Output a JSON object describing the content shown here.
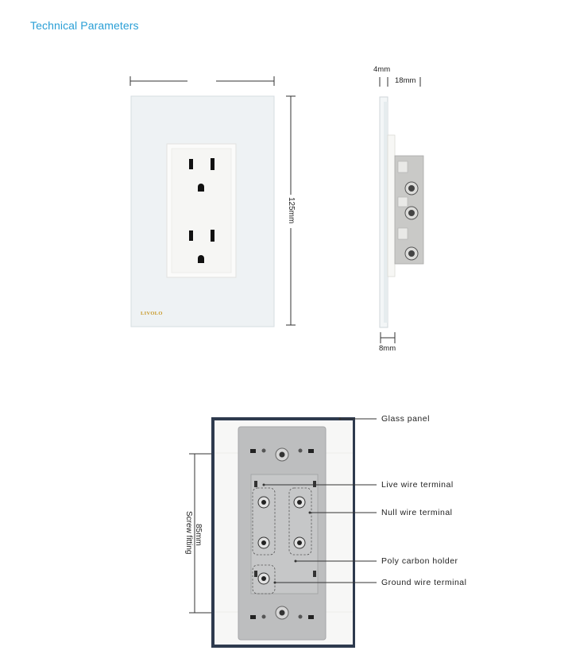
{
  "header": {
    "title": "Technical Parameters"
  },
  "front_view": {
    "brand": "LIVOLO",
    "height_label": "125mm"
  },
  "side_view": {
    "depth_front_label": "4mm",
    "depth_back_label": "18mm",
    "bottom_label": "8mm"
  },
  "back_view": {
    "screw_label": "85mm",
    "screw_sub_label": "Screw fitting",
    "callouts": [
      {
        "label": "Glass panel"
      },
      {
        "label": "Live wire terminal"
      },
      {
        "label": "Null wire terminal"
      },
      {
        "label": "Poly carbon holder"
      },
      {
        "label": "Ground wire terminal"
      }
    ]
  },
  "colors": {
    "title": "#2a9fd6",
    "brand": "#c89a2a",
    "frame": "#2e3a4e"
  }
}
